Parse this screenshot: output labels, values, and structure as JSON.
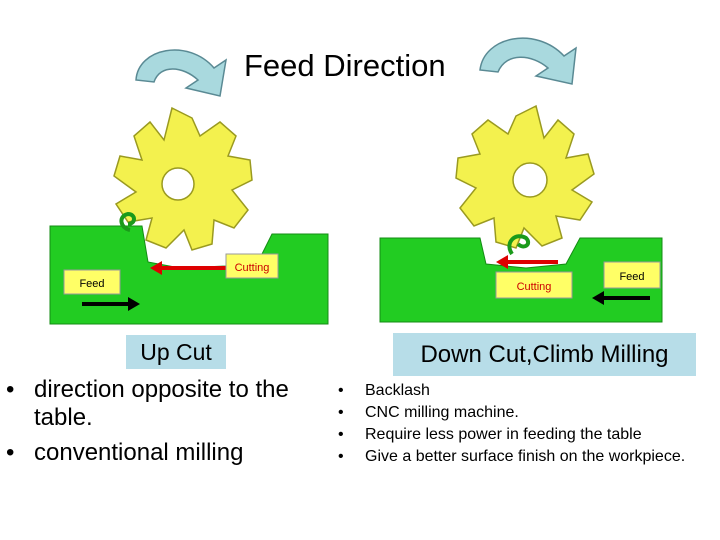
{
  "title": "Feed Direction",
  "left_panel": {
    "feed_label": "Feed",
    "cutting_label": "Cutting",
    "caption": "Up Cut",
    "bullets": [
      "direction opposite to the table.",
      "conventional milling"
    ]
  },
  "right_panel": {
    "feed_label": "Feed",
    "cutting_label": "Cutting",
    "caption": "Down Cut,Climb Milling",
    "bullets": [
      "Backlash",
      "CNC milling machine.",
      "Require less power in feeding the table",
      "Give a better surface finish on the workpiece."
    ]
  },
  "bullet_symbol": "•",
  "icons": [
    "curved-arrow-icon",
    "curved-arrow-icon",
    "cutter-wheel-icon",
    "cutter-wheel-icon"
  ],
  "colors": {
    "workpiece": "#22cc22",
    "cutter": "#f3f14e",
    "arrow": "#a9d9de",
    "cut_arrow": "#dd0000",
    "caption_bg": "#b7dde8",
    "label_box": "#ffff66"
  }
}
